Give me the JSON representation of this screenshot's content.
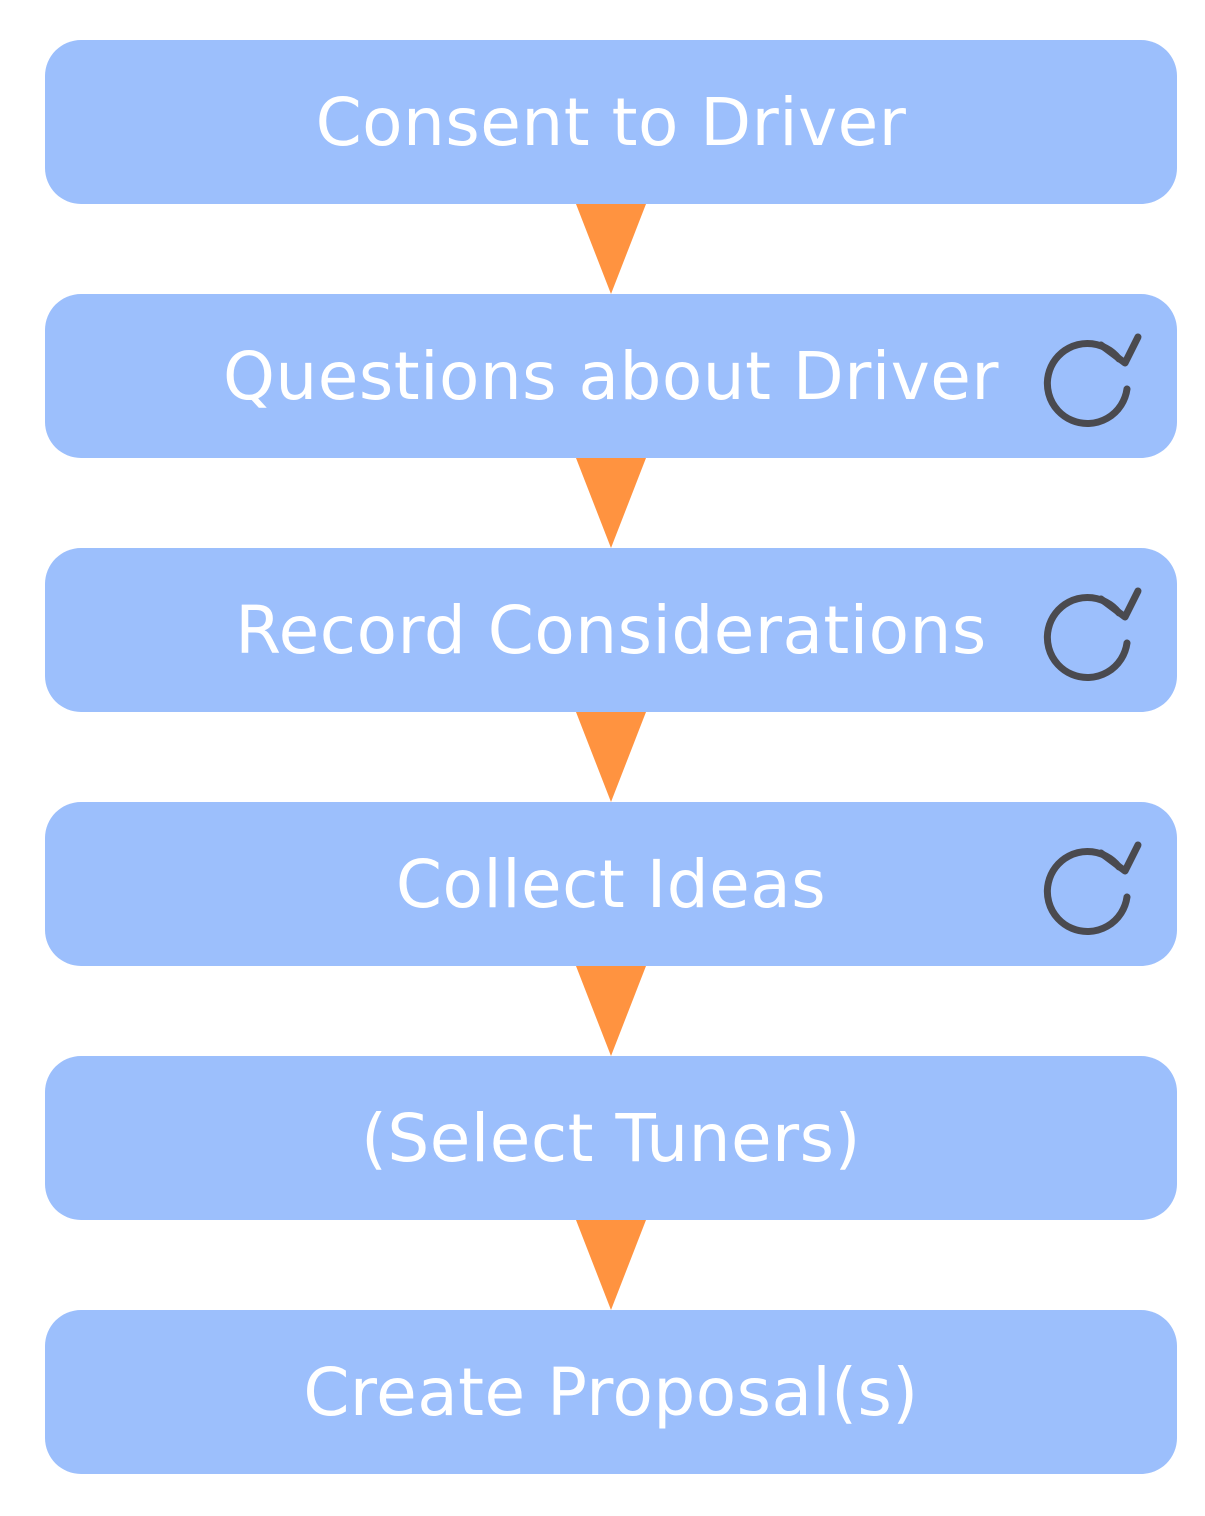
{
  "colors": {
    "box_fill": "#9cbffc",
    "arrow_fill": "#ff9340",
    "icon_stroke": "#4a4a4f",
    "label_text": "#ffffff"
  },
  "steps": [
    {
      "label": "Consent to Driver",
      "repeat_icon": false
    },
    {
      "label": "Questions about Driver",
      "repeat_icon": true
    },
    {
      "label": "Record Considerations",
      "repeat_icon": true
    },
    {
      "label": "Collect Ideas",
      "repeat_icon": true
    },
    {
      "label": "(Select Tuners)",
      "repeat_icon": false
    },
    {
      "label": "Create Proposal(s)",
      "repeat_icon": false
    }
  ],
  "icons": {
    "repeat": "repeat-icon",
    "arrow": "down-arrow-icon"
  }
}
